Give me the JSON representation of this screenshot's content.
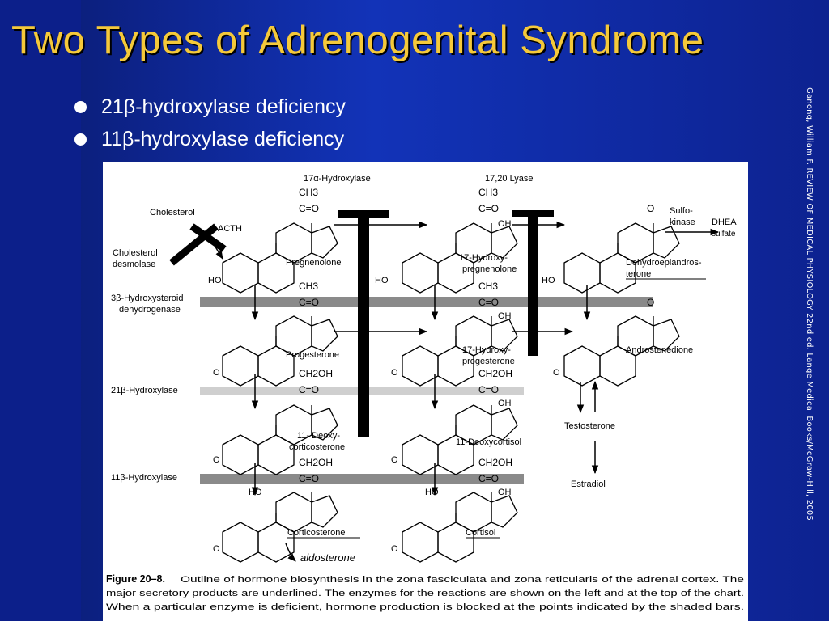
{
  "slide": {
    "title": "Two Types of Adrenogenital Syndrome",
    "bullets": [
      {
        "text": "21β-hydroxylase deficiency"
      },
      {
        "text": "11β-hydroxylase deficiency"
      }
    ],
    "credit": "Ganong, William F.  REVIEW OF MEDICAL PHYSIOLOGY 22nd ed.  Lange Medical Books/McGraw-Hill, 2005"
  },
  "figure": {
    "enzymes_top": [
      "17α-Hydroxylase",
      "17,20 Lyase"
    ],
    "enzymes_left": {
      "chol1": "Cholesterol",
      "acth": "ACTH",
      "desm1": "Cholesterol",
      "desm2": "desmolase",
      "hsd1": "3β-Hydroxysteroid",
      "hsd2": "dehydrogenase",
      "h21": "21β-Hydroxylase",
      "h11": "11β-Hydroxylase"
    },
    "compounds": {
      "pregnenolone": "Pregnenolone",
      "oh_preg1": "17-Hydroxy-",
      "oh_preg2": "pregnenolone",
      "dhea1": "Dehydroepiandros-",
      "dhea2": "terone",
      "progesterone": "Progesterone",
      "oh_prog1": "17-Hydroxy-",
      "oh_prog2": "progesterone",
      "androstenedione": "Androstenedione",
      "doc1": "11- Deoxy-",
      "doc2": "corticosterone",
      "deoxycortisol": "11-Deoxycortisol",
      "testosterone": "Testosterone",
      "estradiol": "Estradiol",
      "corticosterone": "Corticosterone",
      "cortisol": "Cortisol",
      "sulfo1": "Sulfo-",
      "sulfo2": "kinase",
      "dheas1": "DHEA",
      "dheas2": "sulfate"
    },
    "groups": {
      "ch3": "CH3",
      "ch2oh": "CH2OH",
      "co": "C=O",
      "oh": "OH",
      "ho": "HO",
      "o": "O"
    },
    "handwriting": "aldosterone",
    "caption": {
      "label": "Figure 20–8.",
      "line1": "Outline of hormone biosynthesis in the zona fasciculata and zona reticularis of the adrenal cortex. The",
      "line2": "major secretory products are underlined. The enzymes for the reactions are shown on the left and at the top of the chart.",
      "line3": "When a particular enzyme is deficient, hormone production is blocked at the points indicated by the shaded bars."
    }
  }
}
